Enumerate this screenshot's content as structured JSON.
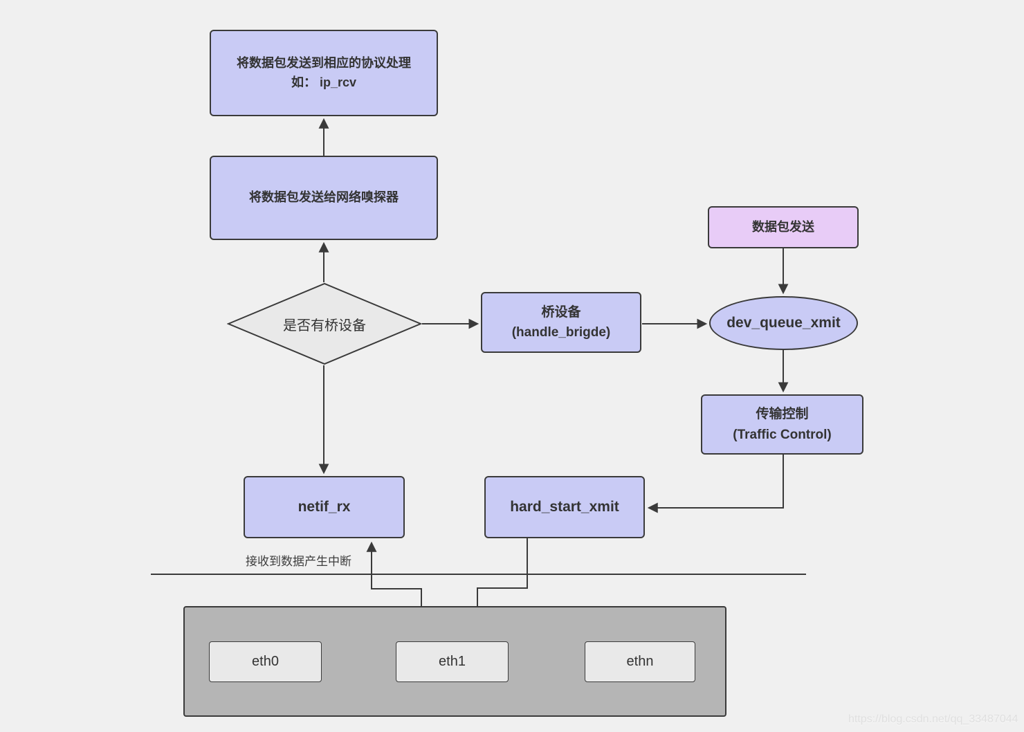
{
  "colors": {
    "bg": "#f0f0f0",
    "node_fill": "#c9cbf5",
    "send_fill": "#e8ccf7",
    "decision_fill": "#e9e9e9",
    "hardware_fill": "#b5b5b5",
    "eth_fill": "#e9e9e9",
    "node_border": "#3a3a3a",
    "text": "#333333"
  },
  "nodes": {
    "protocol_handler": {
      "line1": "将数据包发送到相应的协议处理",
      "line2": "如： ip_rcv"
    },
    "sniffer": {
      "label": "将数据包发送给网络嗅探器"
    },
    "bridge_decision": {
      "label": "是否有桥设备"
    },
    "bridge_device": {
      "line1": "桥设备",
      "line2": "(handle_brigde)"
    },
    "packet_send": {
      "label": "数据包发送"
    },
    "dev_queue_xmit": {
      "label": "dev_queue_xmit"
    },
    "traffic_control": {
      "line1": "传输控制",
      "line2": "(Traffic Control)"
    },
    "netif_rx": {
      "label": "netif_rx"
    },
    "hard_start_xmit": {
      "label": "hard_start_xmit"
    },
    "eth0": {
      "label": "eth0"
    },
    "eth1": {
      "label": "eth1"
    },
    "ethn": {
      "label": "ethn"
    }
  },
  "annotations": {
    "interrupt_label": "接收到数据产生中断",
    "watermark": "https://blog.csdn.net/qq_33487044"
  }
}
